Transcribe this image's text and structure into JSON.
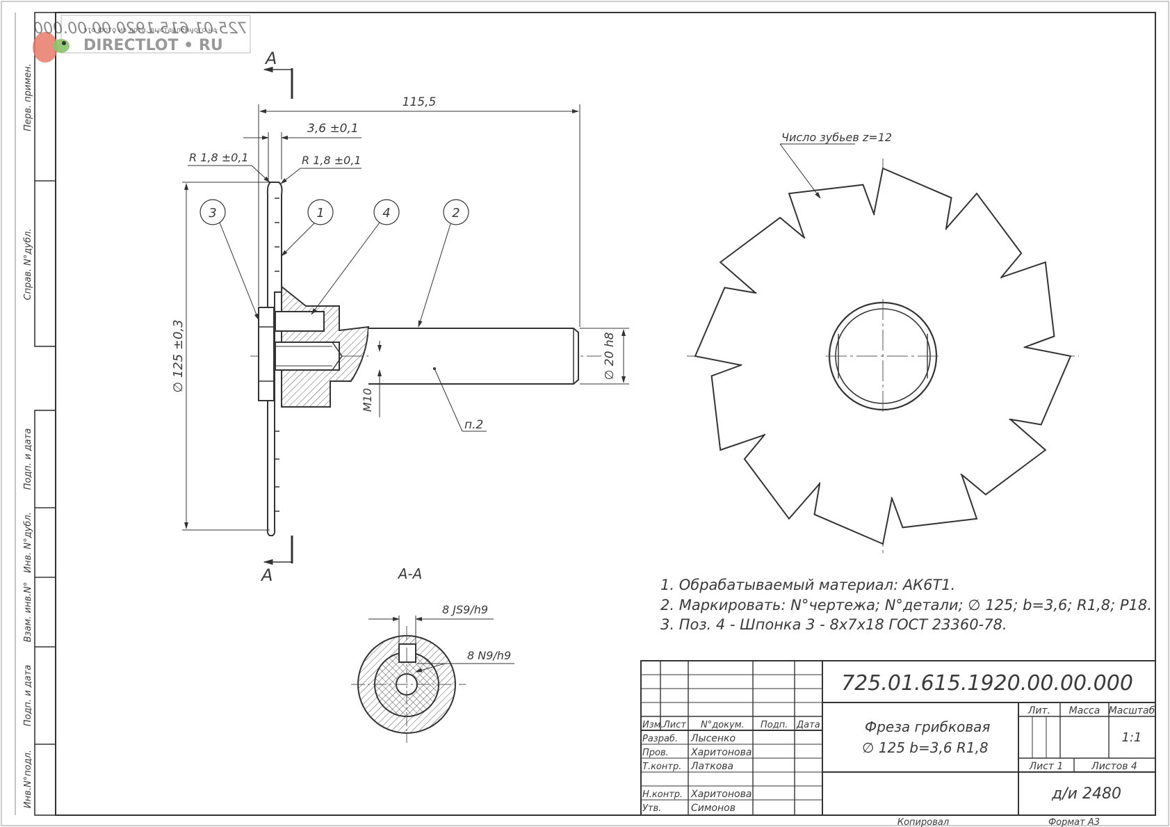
{
  "watermark": {
    "top_text": "это фото из лота, выставленного на",
    "brand": "DIRECTLOT • RU",
    "mirrored_number": "725.01.615.1920.00.00.000"
  },
  "side_strip": {
    "labels": [
      "Перв. примен.",
      "Справ. N°дубл.",
      "Подп. и дата",
      "Инв. N°дубл.",
      "Взам. инв.N°",
      "Подп. и дата",
      "Инв.N°подл."
    ]
  },
  "drawing": {
    "section_marker_top": "A",
    "section_marker_bottom": "A",
    "dim_total_length": "115,5",
    "dim_thickness": "3,6 ±0,1",
    "dim_radius_left": "R 1,8 ±0,1",
    "dim_radius_right": "R 1,8 ±0,1",
    "dim_diameter": "∅ 125 ±0,3",
    "dim_shank": "∅ 20 h8",
    "dim_thread": "M10",
    "callouts": [
      "3",
      "1",
      "4",
      "2"
    ],
    "note_ref": "п.2",
    "teeth_label": "Число зубьев z=12",
    "section_title": "А-А",
    "key_fit_1": "8 JS9/h9",
    "key_fit_2": "8 N9/h9"
  },
  "notes": [
    "1. Обрабатываемый материал: АК6Т1.",
    "2. Маркировать: N°чертежа; N°детали;  ∅ 125; b=3,6; R1,8; Р18.",
    "3. Поз. 4 - Шпонка 3 - 8х7х18 ГОСТ 23360-78."
  ],
  "title_block": {
    "doc_number": "725.01.615.1920.00.00.000",
    "part_name_line1": "Фреза грибковая",
    "part_name_line2": "∅ 125  b=3,6  R1,8",
    "headers": {
      "izm": "Изм.",
      "list": "Лист",
      "docum": "N°докум.",
      "podp": "Подп.",
      "data": "Дата"
    },
    "roles": [
      "Разраб.",
      "Пров.",
      "Т.контр.",
      "",
      "Н.контр.",
      "Утв."
    ],
    "names": [
      "Лысенко",
      "Харитонова",
      "Латкова",
      "",
      "Харитонова",
      "Симонов"
    ],
    "lit_label": "Лит.",
    "mass_label": "Масса",
    "scale_label": "Масштаб",
    "scale_value": "1:1",
    "sheet_label": "Лист 1",
    "sheets_label": "Листов 4",
    "org": "д/и 2480",
    "copied": "Копировал",
    "format": "Формат  А3"
  }
}
